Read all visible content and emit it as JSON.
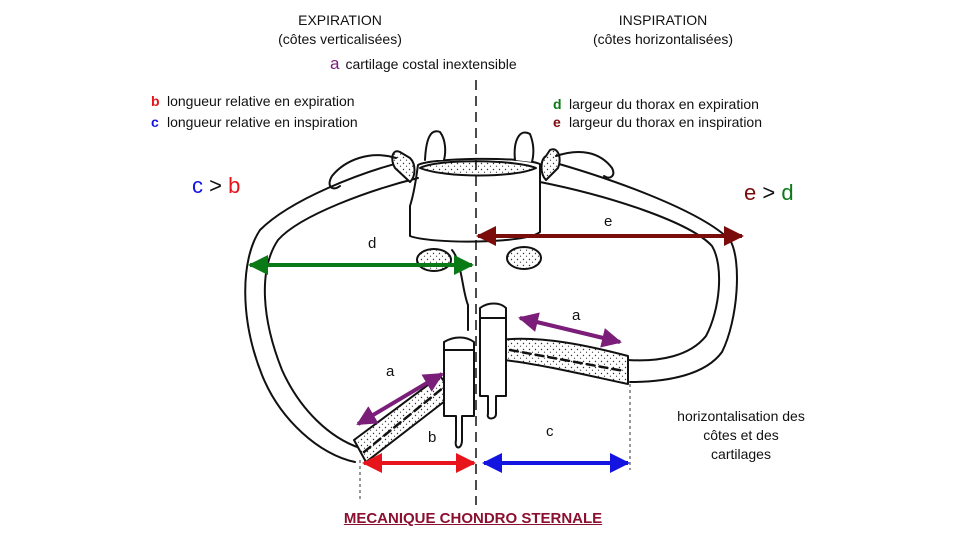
{
  "header": {
    "left_title": "EXPIRATION",
    "left_subtitle": "(côtes verticalisées)",
    "right_title": "INSPIRATION",
    "right_subtitle": "(côtes horizontalisées)"
  },
  "legend": {
    "a": {
      "key": "a",
      "text": "cartilage costal inextensible"
    },
    "b": {
      "key": "b",
      "text": "longueur relative en expiration"
    },
    "c": {
      "key": "c",
      "text": "longueur  relative  en inspiration"
    },
    "d": {
      "key": "d",
      "text": "largeur du thorax  en expiration"
    },
    "e": {
      "key": "e",
      "text": "largeur du thorax  en inspiration"
    }
  },
  "comparisons": {
    "left": {
      "a": "c",
      "op": ">",
      "b": "b"
    },
    "right": {
      "a": "e",
      "op": ">",
      "b": "d"
    }
  },
  "labels": {
    "a_left": "a",
    "a_right": "a",
    "b": "b",
    "c": "c",
    "d": "d",
    "e": "e"
  },
  "note": {
    "line1": "horizontalisation des",
    "line2": "côtes et des",
    "line3": "cartilages"
  },
  "title": "MECANIQUE CHONDRO STERNALE",
  "colors": {
    "a": "#7b1e7a",
    "b": "#e8141b",
    "c": "#1414e0",
    "d": "#0a7a16",
    "e": "#7a0c0c",
    "title": "#8b1030"
  }
}
